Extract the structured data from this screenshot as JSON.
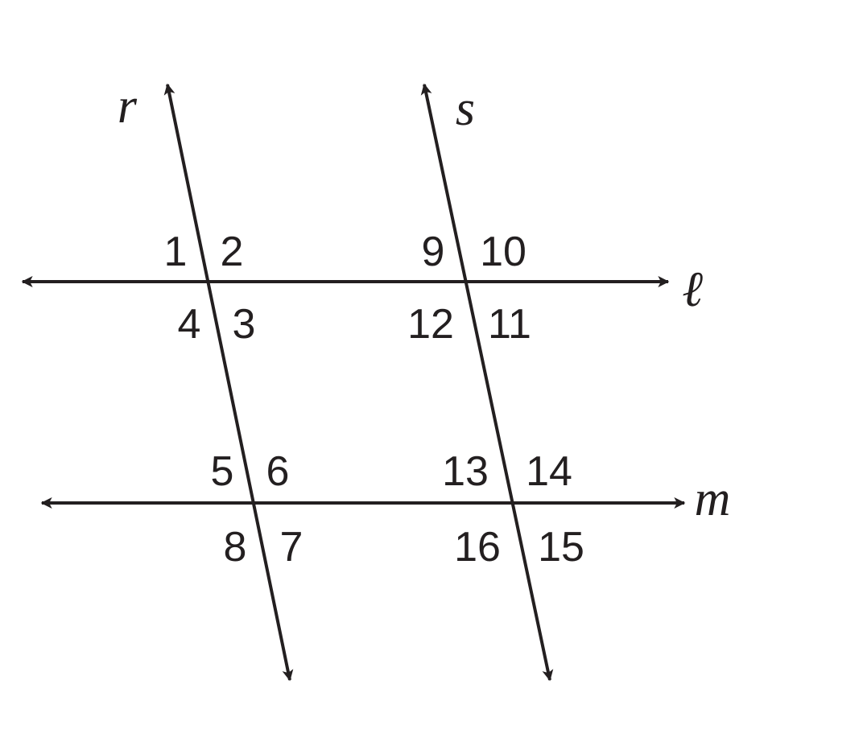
{
  "lines": {
    "r": "r",
    "s": "s",
    "l": "ℓ",
    "m": "m"
  },
  "angles": {
    "a1": "1",
    "a2": "2",
    "a3": "3",
    "a4": "4",
    "a5": "5",
    "a6": "6",
    "a7": "7",
    "a8": "8",
    "a9": "9",
    "a10": "10",
    "a11": "11",
    "a12": "12",
    "a13": "13",
    "a14": "14",
    "a15": "15",
    "a16": "16"
  },
  "colors": {
    "ink": "#231f20",
    "background": "#ffffff"
  }
}
